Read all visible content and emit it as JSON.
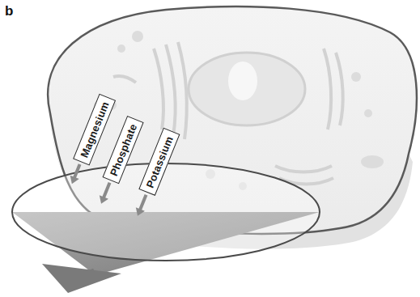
{
  "diagram": {
    "nodes": [
      {
        "text": [
          "Magnesium"
        ]
      },
      {
        "text": [
          "Phosphate"
        ]
      },
      {
        "text": [
          "Potassium"
        ]
      }
    ],
    "labels": [
      "b"
    ]
  }
}
